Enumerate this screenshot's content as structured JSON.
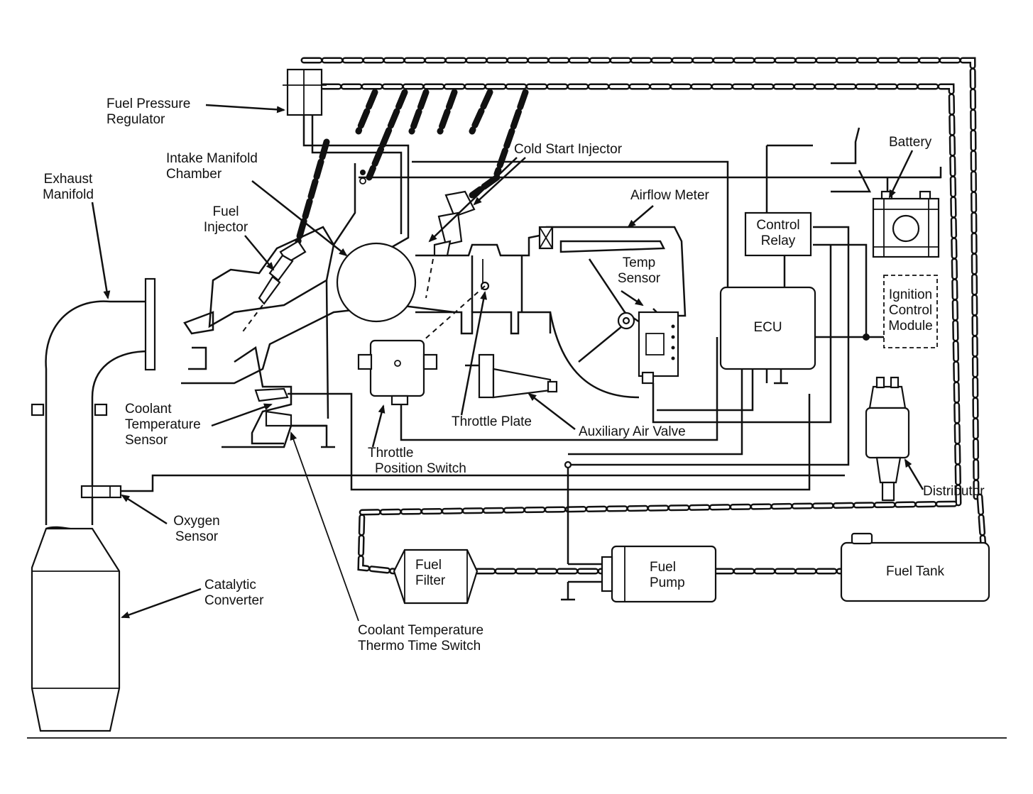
{
  "labels": {
    "fuel_pressure_regulator": [
      "Fuel Pressure",
      "Regulator"
    ],
    "intake_manifold_chamber": [
      "Intake Manifold",
      "Chamber"
    ],
    "cold_start_injector": "Cold Start Injector",
    "battery": "Battery",
    "exhaust_manifold": [
      "Exhaust",
      "Manifold"
    ],
    "fuel_injector": [
      "Fuel",
      "Injector"
    ],
    "airflow_meter": "Airflow Meter",
    "control_relay": [
      "Control",
      "Relay"
    ],
    "temp_sensor": [
      "Temp",
      "Sensor"
    ],
    "ecu": "ECU",
    "ignition_control_module": [
      "Ignition",
      "Control",
      "Module"
    ],
    "coolant_temperature_sensor": [
      "Coolant",
      "Temperature",
      "Sensor"
    ],
    "throttle_plate": "Throttle Plate",
    "auxiliary_air_valve": "Auxiliary Air Valve",
    "throttle_position_switch": [
      "Throttle",
      "Position Switch"
    ],
    "distributor": "Distributor",
    "oxygen_sensor": [
      "Oxygen",
      "Sensor"
    ],
    "fuel_filter": [
      "Fuel",
      "Filter"
    ],
    "fuel_pump": [
      "Fuel",
      "Pump"
    ],
    "fuel_tank": "Fuel Tank",
    "catalytic_converter": [
      "Catalytic",
      "Converter"
    ],
    "coolant_temperature_thermo_time_switch": [
      "Coolant Temperature",
      "Thermo Time Switch"
    ]
  }
}
